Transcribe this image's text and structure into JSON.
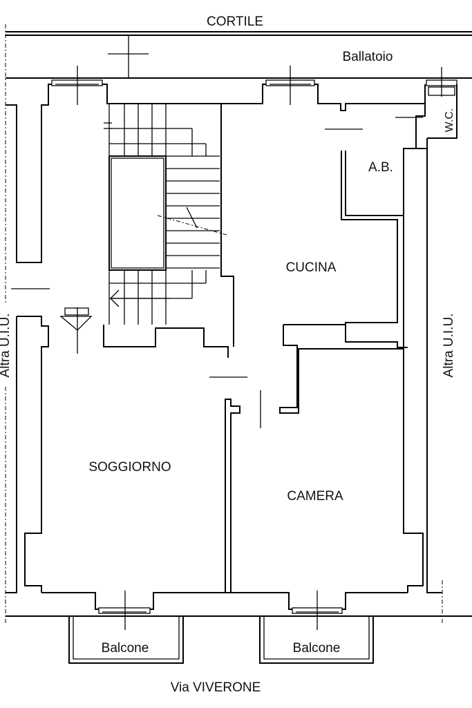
{
  "labels": {
    "cortile": "CORTILE",
    "ballatoio": "Ballatoio",
    "wc": "W.C.",
    "ab": "A.B.",
    "cucina": "CUCINA",
    "soggiorno": "SOGGIORNO",
    "camera": "CAMERA",
    "balcone_left": "Balcone",
    "balcone_right": "Balcone",
    "altra_left": "Altra U.I.U.",
    "altra_right": "Altra U.I.U.",
    "via": "Via VIVERONE"
  }
}
